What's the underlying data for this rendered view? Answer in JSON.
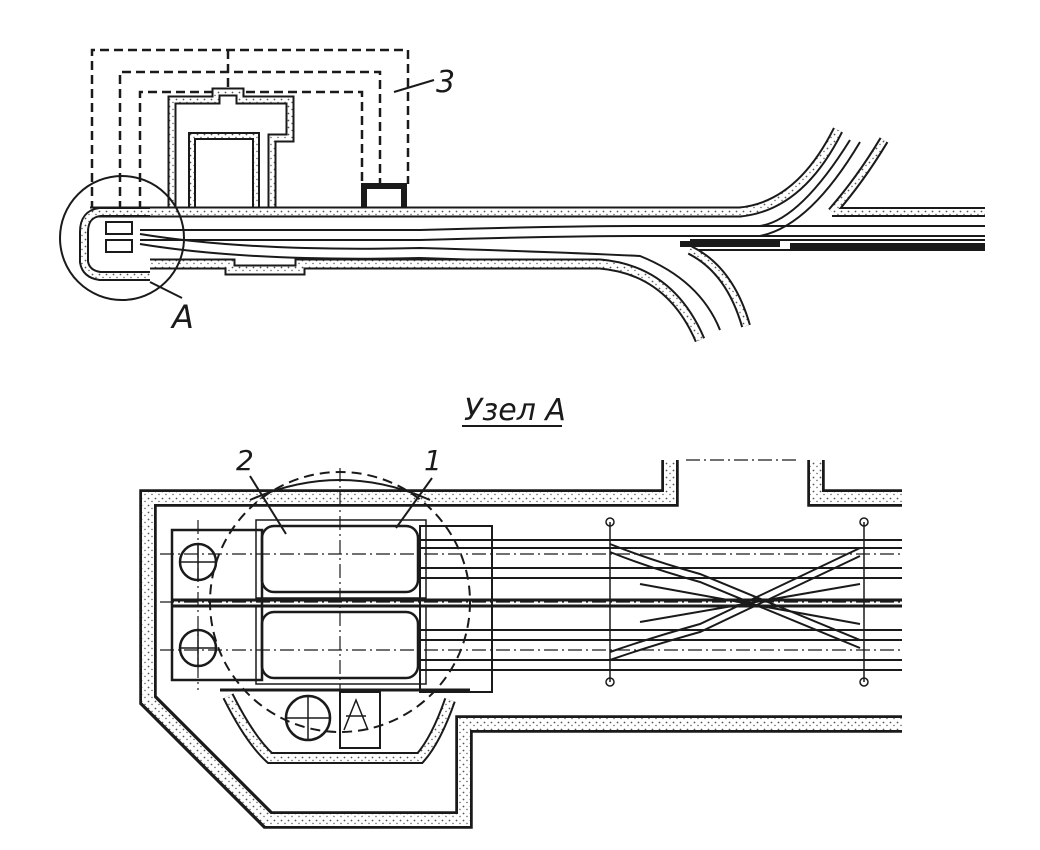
{
  "labels": {
    "upper_callout_3": "3",
    "upper_callout_a": "A",
    "detail_title": "Узел А",
    "detail_callout_1": "1",
    "detail_callout_2": "2"
  },
  "colors": {
    "ink": "#1a1a1a",
    "fill": "#ffffff",
    "hatch_dot": "#555555"
  }
}
